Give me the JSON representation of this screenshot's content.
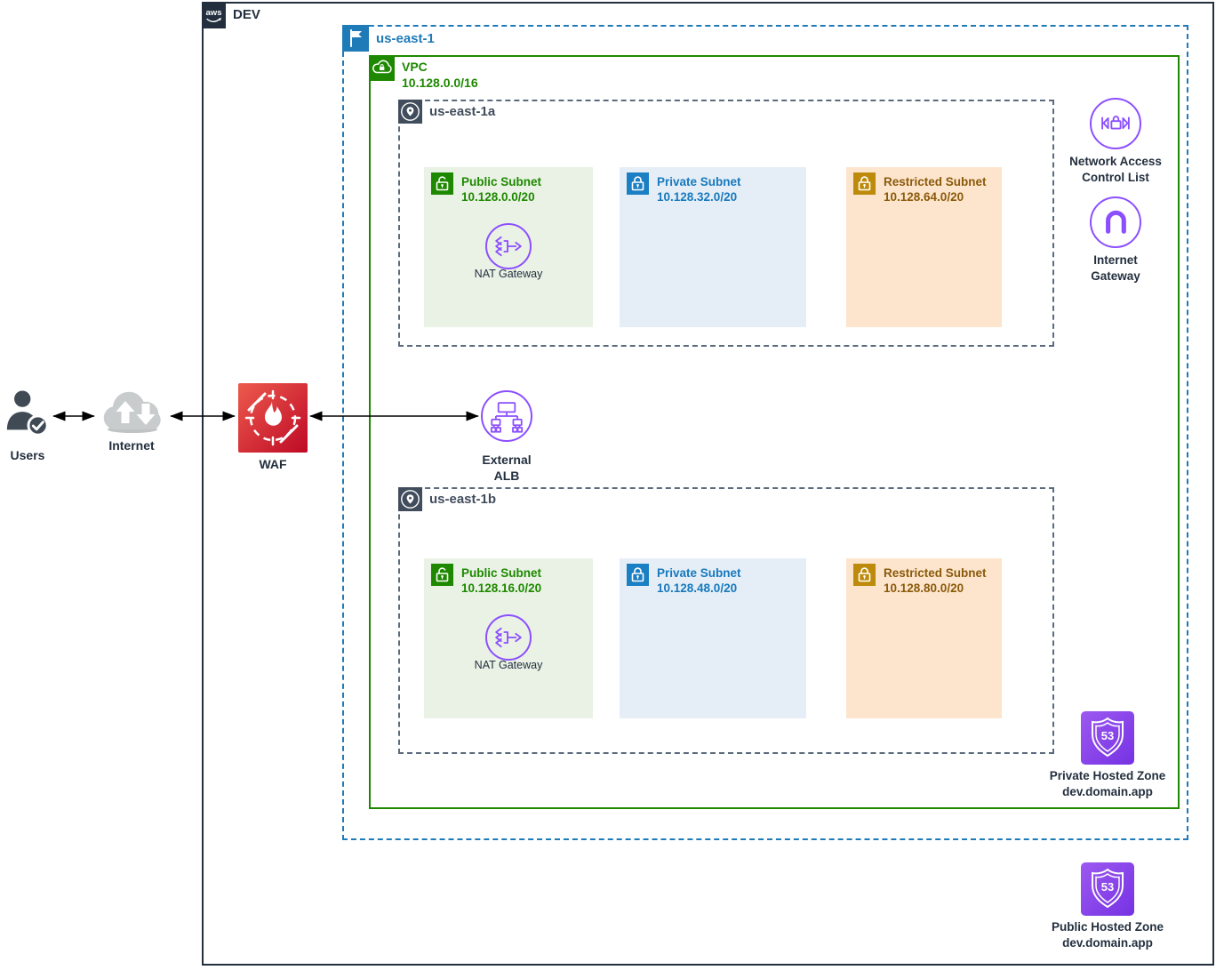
{
  "diagram": {
    "account": {
      "logo_text": "aws",
      "label": "DEV"
    },
    "region": {
      "label": "us-east-1"
    },
    "vpc": {
      "label": "VPC",
      "cidr": "10.128.0.0/16"
    },
    "availability_zones": [
      {
        "label": "us-east-1a",
        "public_subnet": {
          "label": "Public Subnet",
          "cidr": "10.128.0.0/20",
          "nat_label": "NAT Gateway"
        },
        "private_subnet": {
          "label": "Private Subnet",
          "cidr": "10.128.32.0/20"
        },
        "restricted_subnet": {
          "label": "Restricted Subnet",
          "cidr": "10.128.64.0/20"
        }
      },
      {
        "label": "us-east-1b",
        "public_subnet": {
          "label": "Public Subnet",
          "cidr": "10.128.16.0/20",
          "nat_label": "NAT Gateway"
        },
        "private_subnet": {
          "label": "Private Subnet",
          "cidr": "10.128.48.0/20"
        },
        "restricted_subnet": {
          "label": "Restricted Subnet",
          "cidr": "10.128.80.0/20"
        }
      }
    ],
    "external_flow": {
      "users": "Users",
      "internet": "Internet",
      "waf": "WAF"
    },
    "alb": {
      "line1": "External",
      "line2": "ALB"
    },
    "nacl": {
      "line1": "Network Access",
      "line2": "Control List"
    },
    "igw": {
      "line1": "Internet",
      "line2": "Gateway"
    },
    "private_hosted_zone": {
      "badge": "53",
      "line1": "Private Hosted Zone",
      "line2": "dev.domain.app"
    },
    "public_hosted_zone": {
      "badge": "53",
      "line1": "Public Hosted Zone",
      "line2": "dev.domain.app"
    },
    "colors": {
      "account_dark": "#232f3e",
      "region_blue": "#1f7ab8",
      "vpc_green": "#1e8900",
      "private_blue": "#1b7fc4",
      "restricted_gold": "#bd8a0b",
      "restricted_text": "#8a5a0a",
      "az_slate": "#414d5c",
      "resource_purple": "#8c4fff",
      "waf_red": "#c10e20",
      "public_subnet_bg": "#eaf2e6",
      "private_subnet_bg": "#e5eef6",
      "restricted_subnet_bg": "#fde5cd"
    }
  }
}
